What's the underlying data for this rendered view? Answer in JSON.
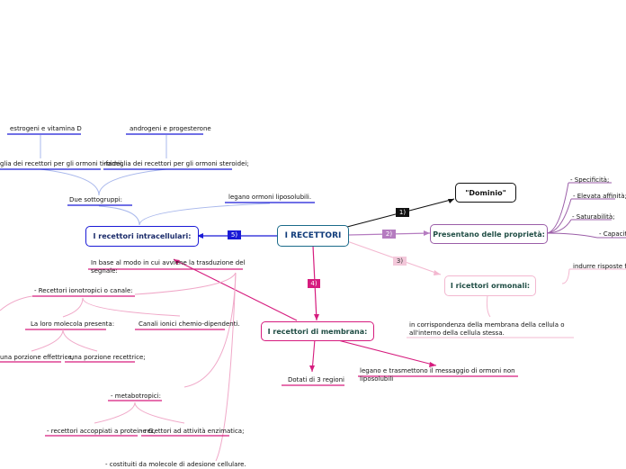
{
  "central": "I RECETTORI",
  "badges": {
    "b1": "1)",
    "b2": "2)",
    "b3": "3)",
    "b4": "4)",
    "b5": "5)"
  },
  "dominio": "\"Dominio\"",
  "proprieta": {
    "title": "Presentano delle proprietà:",
    "items": [
      "- Specificità;",
      "- Elevata affinità;",
      "- Saturabilità;",
      "- Capacità"
    ]
  },
  "ormonali": {
    "title": "I ricettori ormonali:",
    "risposte": "indurre risposte fun",
    "corrispondenza": [
      "in corrispondenza della membrana della cellula o",
      "all'interno della cellula stessa."
    ]
  },
  "intracellulari": {
    "title": "I recettori intracellulari:",
    "liposolubili": "legano ormoni liposolubili.",
    "sottogruppi": "Due sottogruppi:",
    "famiglia_tiroidei": "glia dei recettori per gli ormoni tiroidei.",
    "famiglia_steroidei": "-famiglia dei recettori per gli ormoni steroidei;",
    "estrogeni": "estrogeni e vitamina D",
    "androgeni": "androgeni e progesterone"
  },
  "membrana": {
    "title": "I recettori di membrana:",
    "domini": "Dotati di 3 regioni",
    "legano": [
      "legano e trasmettono il messaggio di ormoni non",
      "liposolubili"
    ],
    "trasduzione": [
      "In base al modo in cui avviene la trasduzione del",
      "segnale:"
    ],
    "ionotropici": "- Recettori ionotropici o canale:",
    "molecola": "La loro molecola presenta:",
    "canali": "Canali ionici chemio-dipendenti.",
    "effettrice": "una porzione effettrice,",
    "recettrice": "- una porzione recettrice;",
    "metabotropici": "- metabotropici:",
    "proteine_g": "- recettori accoppiati a proteine G,",
    "enzimatica": "- recettori ad attività enzimatica;",
    "adesione": "- costituiti da molecole di adesione cellulare."
  },
  "colors": {
    "blue": "#1a1ad6",
    "dark": "#111111",
    "purple": "#9b5ea8",
    "pink": "#f0a8c8",
    "magenta": "#d61c7e",
    "teal": "#1a6b8a"
  }
}
